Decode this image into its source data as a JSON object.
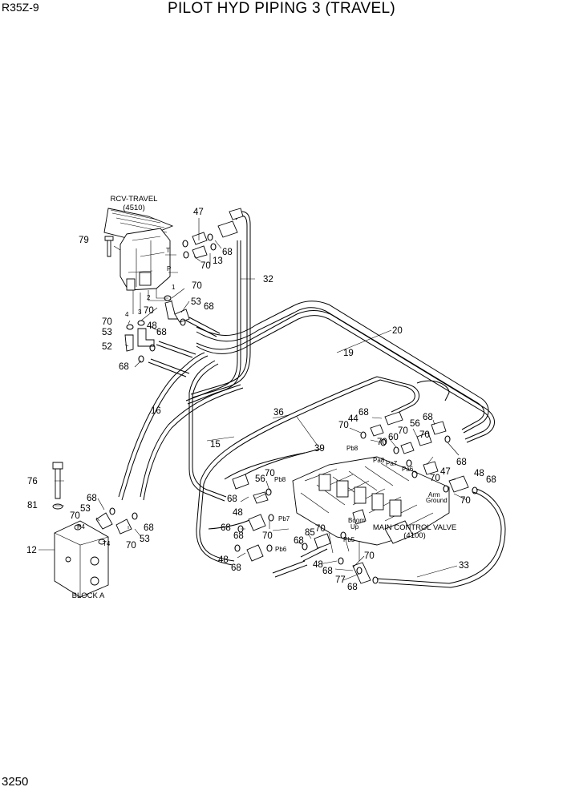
{
  "header": {
    "model": "R35Z-9",
    "title": "PILOT HYD PIPING 3 (TRAVEL)",
    "page_number": "3250"
  },
  "components": {
    "rcv_name": "RCV-TRAVEL",
    "rcv_code": "(4510)",
    "mcv_name": "MAIN CONTROL VALVE",
    "mcv_code": "(4100)",
    "block_name": "BLOCK A"
  },
  "port_labels": {
    "T": "T",
    "P": "P",
    "p1": "1",
    "p2": "2",
    "p3": "3",
    "p4": "4",
    "Pb8": "Pb8",
    "Pa8": "Pa8",
    "Pa7": "Pa7",
    "Pb7": "Pb7",
    "Pa6": "Pa6",
    "Pb6": "Pb6",
    "Pb5": "Pb5",
    "P4": "P4",
    "T4": "T4",
    "boom1": "Boom",
    "boom2": "Up",
    "arm1": "Arm",
    "arm2": "Ground"
  },
  "callouts": [
    {
      "id": "c47a",
      "text": "47"
    },
    {
      "id": "c70a",
      "text": "70"
    },
    {
      "id": "c13",
      "text": "13"
    },
    {
      "id": "c68a",
      "text": "68"
    },
    {
      "id": "c79",
      "text": "79"
    },
    {
      "id": "c32",
      "text": "32"
    },
    {
      "id": "c70b",
      "text": "70"
    },
    {
      "id": "c53a",
      "text": "53"
    },
    {
      "id": "c70c",
      "text": "70"
    },
    {
      "id": "c68b",
      "text": "68"
    },
    {
      "id": "c70d",
      "text": "70"
    },
    {
      "id": "c48a",
      "text": "48"
    },
    {
      "id": "c53b",
      "text": "53"
    },
    {
      "id": "c68c",
      "text": "68"
    },
    {
      "id": "c52",
      "text": "52"
    },
    {
      "id": "c68d",
      "text": "68"
    },
    {
      "id": "c20",
      "text": "20"
    },
    {
      "id": "c19",
      "text": "19"
    },
    {
      "id": "c16",
      "text": "16"
    },
    {
      "id": "c15",
      "text": "15"
    },
    {
      "id": "c36",
      "text": "36"
    },
    {
      "id": "c39",
      "text": "39"
    },
    {
      "id": "c70e",
      "text": "70"
    },
    {
      "id": "c44",
      "text": "44"
    },
    {
      "id": "c68e",
      "text": "68"
    },
    {
      "id": "c70f",
      "text": "70"
    },
    {
      "id": "c60",
      "text": "60"
    },
    {
      "id": "c70g",
      "text": "70"
    },
    {
      "id": "c56a",
      "text": "56"
    },
    {
      "id": "c68f",
      "text": "68"
    },
    {
      "id": "c70h",
      "text": "70"
    },
    {
      "id": "c68g",
      "text": "68"
    },
    {
      "id": "c47b",
      "text": "47"
    },
    {
      "id": "c70i",
      "text": "70"
    },
    {
      "id": "c48b",
      "text": "48"
    },
    {
      "id": "c68h",
      "text": "68"
    },
    {
      "id": "c70j",
      "text": "70"
    },
    {
      "id": "c76",
      "text": "76"
    },
    {
      "id": "c81",
      "text": "81"
    },
    {
      "id": "c68i",
      "text": "68"
    },
    {
      "id": "c70k",
      "text": "70"
    },
    {
      "id": "c53c",
      "text": "53"
    },
    {
      "id": "c68j",
      "text": "68"
    },
    {
      "id": "c70l",
      "text": "70"
    },
    {
      "id": "c53d",
      "text": "53"
    },
    {
      "id": "c12",
      "text": "12"
    },
    {
      "id": "c70m",
      "text": "70"
    },
    {
      "id": "c56b",
      "text": "56"
    },
    {
      "id": "c68k",
      "text": "68"
    },
    {
      "id": "c48c",
      "text": "48"
    },
    {
      "id": "c68l",
      "text": "68"
    },
    {
      "id": "c70n",
      "text": "70"
    },
    {
      "id": "c68m",
      "text": "68"
    },
    {
      "id": "c48d",
      "text": "48"
    },
    {
      "id": "c68n",
      "text": "68"
    },
    {
      "id": "c70o",
      "text": "70"
    },
    {
      "id": "c85",
      "text": "85"
    },
    {
      "id": "c68o",
      "text": "68"
    },
    {
      "id": "c48e",
      "text": "48"
    },
    {
      "id": "c68p",
      "text": "68"
    },
    {
      "id": "c70p",
      "text": "70"
    },
    {
      "id": "c77",
      "text": "77"
    },
    {
      "id": "c68q",
      "text": "68"
    },
    {
      "id": "c33",
      "text": "33"
    }
  ]
}
